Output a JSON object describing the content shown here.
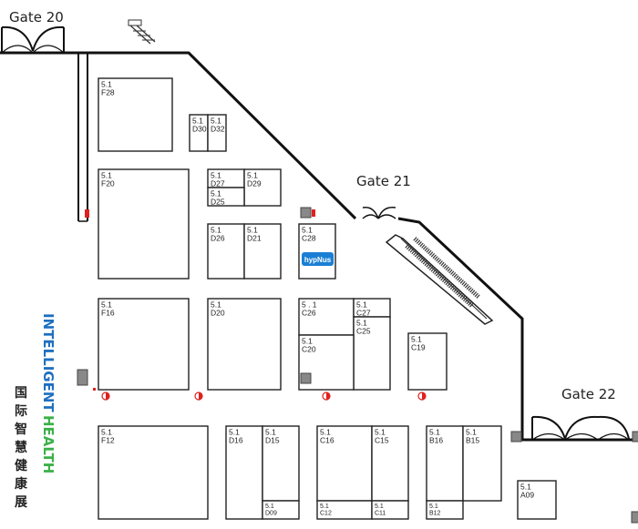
{
  "gates": [
    {
      "id": "gate-20",
      "label": "Gate 20"
    },
    {
      "id": "gate-21",
      "label": "Gate 21"
    },
    {
      "id": "gate-22",
      "label": "Gate 22"
    }
  ],
  "booths": [
    {
      "id": "F28",
      "hall": "5.1",
      "code": "F28"
    },
    {
      "id": "D30",
      "hall": "5.1",
      "code": "D30"
    },
    {
      "id": "D32",
      "hall": "5.1",
      "code": "D32"
    },
    {
      "id": "F20",
      "hall": "5.1",
      "code": "F20"
    },
    {
      "id": "D27",
      "hall": "5.1",
      "code": "D27"
    },
    {
      "id": "D29",
      "hall": "5.1",
      "code": "D29"
    },
    {
      "id": "D25",
      "hall": "5.1",
      "code": "D25"
    },
    {
      "id": "D26",
      "hall": "5.1",
      "code": "D26"
    },
    {
      "id": "D21",
      "hall": "5.1",
      "code": "D21"
    },
    {
      "id": "C28",
      "hall": "5.1",
      "code": "C28"
    },
    {
      "id": "F16",
      "hall": "5.1",
      "code": "F16"
    },
    {
      "id": "D20",
      "hall": "5.1",
      "code": "D20"
    },
    {
      "id": "C26",
      "hall": "5 . 1",
      "code": "C26"
    },
    {
      "id": "C27",
      "hall": "5.1",
      "code": "C27"
    },
    {
      "id": "C25",
      "hall": "5.1",
      "code": "C25"
    },
    {
      "id": "C20",
      "hall": "5.1",
      "code": "C20"
    },
    {
      "id": "C19",
      "hall": "5.1",
      "code": "C19"
    },
    {
      "id": "F12",
      "hall": "5.1",
      "code": "F12"
    },
    {
      "id": "D16",
      "hall": "5.1",
      "code": "D16"
    },
    {
      "id": "D15",
      "hall": "5.1",
      "code": "D15"
    },
    {
      "id": "D09",
      "hall": "5.1",
      "code": "D09"
    },
    {
      "id": "C16",
      "hall": "5.1",
      "code": "C16"
    },
    {
      "id": "C15",
      "hall": "5.1",
      "code": "C15"
    },
    {
      "id": "C12",
      "hall": "5.1",
      "code": "C12"
    },
    {
      "id": "C11",
      "hall": "5.1",
      "code": "C11"
    },
    {
      "id": "B16",
      "hall": "5.1",
      "code": "B16"
    },
    {
      "id": "B15",
      "hall": "5.1",
      "code": "B15"
    },
    {
      "id": "B12",
      "hall": "5.1",
      "code": "B12"
    },
    {
      "id": "A09",
      "hall": "5.1",
      "code": "A09"
    }
  ],
  "exhibitor_badge": {
    "text": "hypNus",
    "color": "#1a7fd4"
  },
  "logo": {
    "english": "INTELLIGENT HEALTH",
    "chinese": [
      "国",
      "际",
      "智",
      "慧",
      "健",
      "康",
      "展"
    ],
    "colors": {
      "blue": "#1e6fc0",
      "green": "#3cb049"
    }
  },
  "colors": {
    "wall": "#111111",
    "marker_red": "#e02020",
    "pillar": "#888888"
  }
}
